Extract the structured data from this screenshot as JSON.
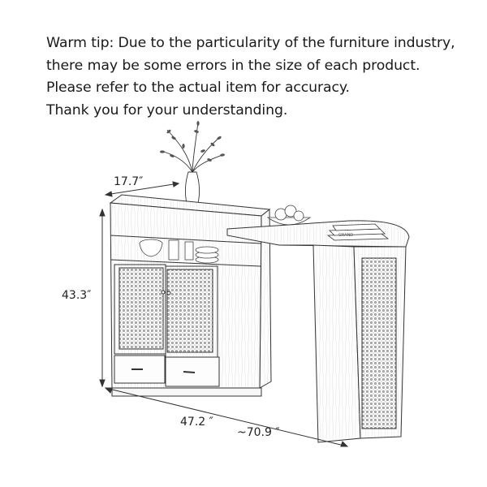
{
  "tip": {
    "lines": [
      "Warm tip: Due to the particularity of the furniture industry,",
      "there may be some errors in the size of each product.",
      "Please refer to the actual item for accuracy.",
      "Thank you for your understanding."
    ]
  },
  "dimensions": {
    "depth": "17.7″",
    "height": "43.3″",
    "width_closed": "47.2 ″",
    "width_open": "~70.9 ″"
  },
  "illustration": {
    "book_cover_text": "GRAND"
  }
}
